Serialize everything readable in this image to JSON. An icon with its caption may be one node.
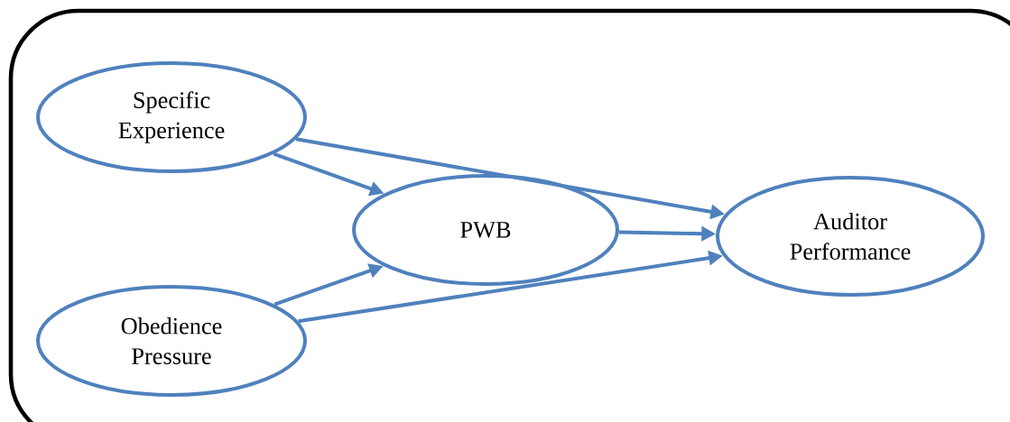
{
  "diagram": {
    "nodes": [
      {
        "text": [
          "Specific Experience"
        ]
      },
      {
        "text": [
          "Obedience Pressure"
        ]
      },
      {
        "text": [
          "PWB"
        ]
      },
      {
        "text": [
          "Auditor Performance"
        ]
      }
    ],
    "edges": [
      {
        "from": 0,
        "to": 2,
        "arrow": "to"
      },
      {
        "from": 0,
        "to": 3,
        "arrow": "to"
      },
      {
        "from": 1,
        "to": 2,
        "arrow": "to"
      },
      {
        "from": 1,
        "to": 3,
        "arrow": "to"
      },
      {
        "from": 2,
        "to": 3,
        "arrow": "to"
      }
    ]
  }
}
